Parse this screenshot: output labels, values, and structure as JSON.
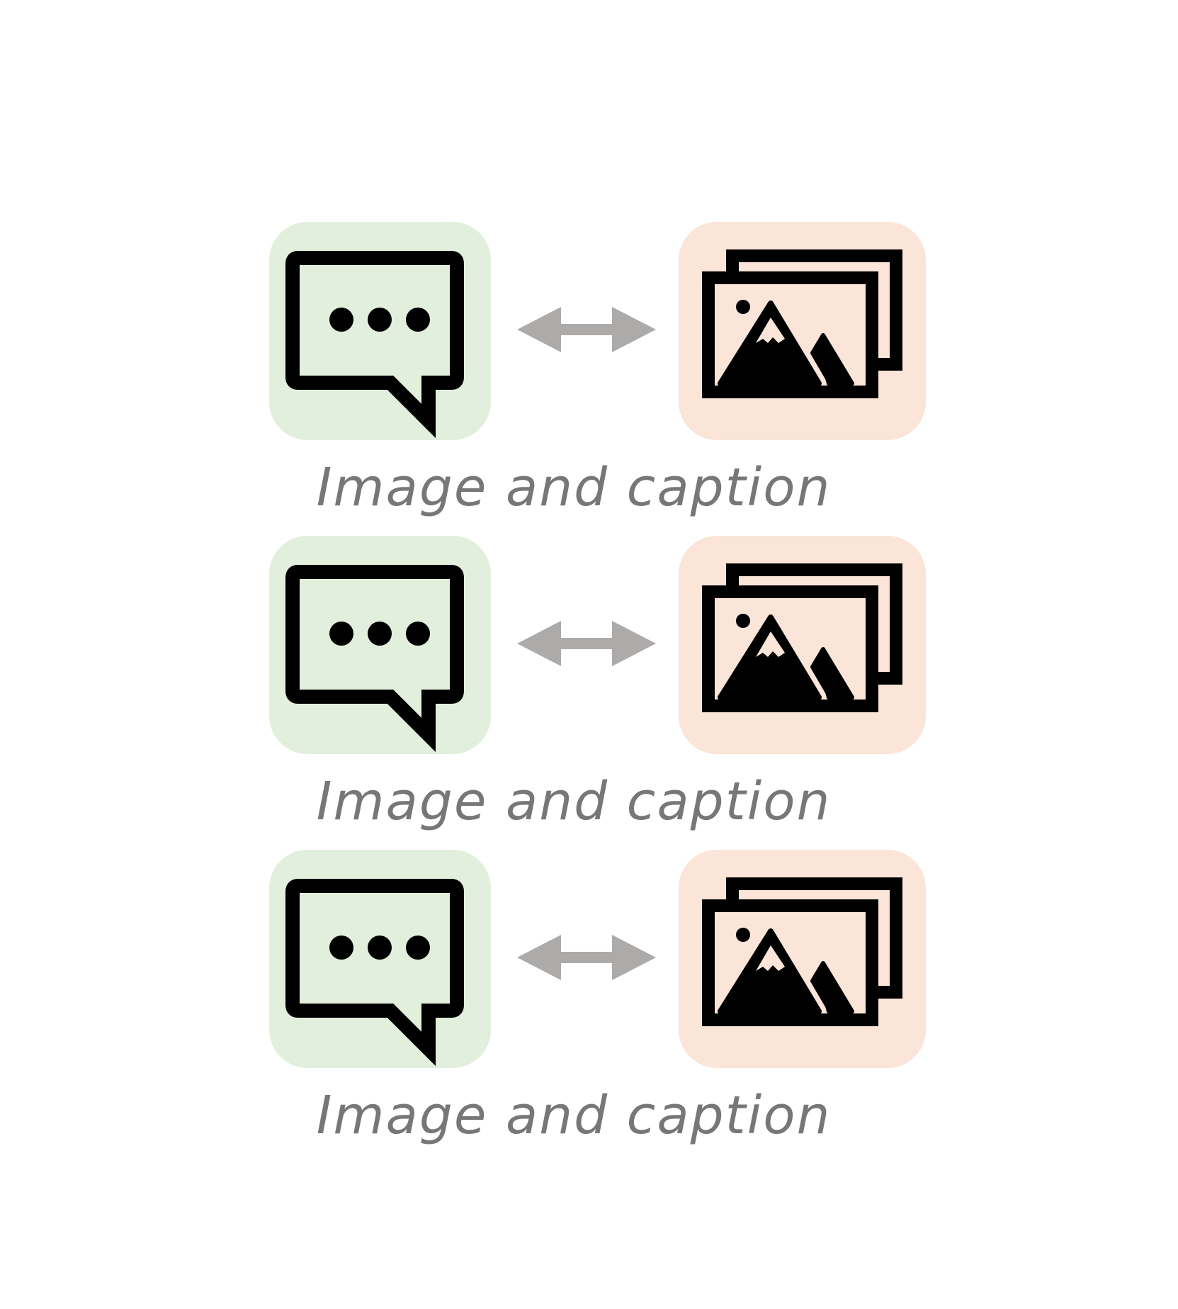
{
  "colors": {
    "text_tile_bg": "#e2efdc",
    "image_tile_bg": "#fae5d8",
    "arrow": "#adabaa",
    "caption": "#77777a",
    "icon": "#000000"
  },
  "pairs": [
    {
      "left_icon": "speech-bubble-icon",
      "connector": "double-arrow-icon",
      "right_icon": "image-gallery-icon",
      "caption": "Image and caption"
    },
    {
      "left_icon": "speech-bubble-icon",
      "connector": "double-arrow-icon",
      "right_icon": "image-gallery-icon",
      "caption": "Image and caption"
    },
    {
      "left_icon": "speech-bubble-icon",
      "connector": "double-arrow-icon",
      "right_icon": "image-gallery-icon",
      "caption": "Image and caption"
    }
  ]
}
